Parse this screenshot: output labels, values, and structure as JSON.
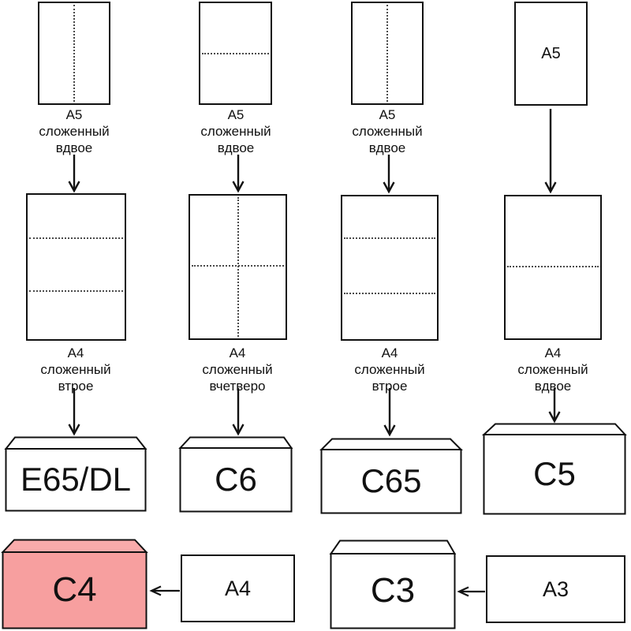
{
  "colors": {
    "outline": "#111111",
    "text": "#111111",
    "fold_line": "#4a4a4a",
    "paper_fill": "#ffffff",
    "envelope_fill": "#ffffff",
    "highlight_body": "#f79f9f",
    "highlight_flap": "#f9abab",
    "background": "#ffffff"
  },
  "row1": {
    "papers": [
      {
        "caption": "A5\nсложенный\nвдвое",
        "fold": "vertical-half"
      },
      {
        "caption": "A5\nсложенный\nвдвое",
        "fold": "horizontal-half"
      },
      {
        "caption": "A5\nсложенный\nвдвое",
        "fold": "vertical-half"
      },
      {
        "label": "A5",
        "fold": "none"
      }
    ]
  },
  "row2": {
    "papers": [
      {
        "caption": "A4\nсложенный\nвтрое",
        "fold": "thirds"
      },
      {
        "caption": "A4\nсложенный\nвчетверо",
        "fold": "quarters-cross"
      },
      {
        "caption": "A4\nсложенный\nвтрое",
        "fold": "thirds"
      },
      {
        "caption": "A4\nсложенный\nвдвое",
        "fold": "horizontal-half"
      }
    ]
  },
  "row3": {
    "envelopes": [
      {
        "label": "E65/DL"
      },
      {
        "label": "C6"
      },
      {
        "label": "C65"
      },
      {
        "label": "C5"
      }
    ]
  },
  "row4": {
    "envelopes": [
      {
        "label": "C4",
        "highlighted": true
      },
      {
        "label": "C3",
        "highlighted": false
      }
    ],
    "papers": [
      {
        "label": "A4"
      },
      {
        "label": "A3"
      }
    ]
  }
}
